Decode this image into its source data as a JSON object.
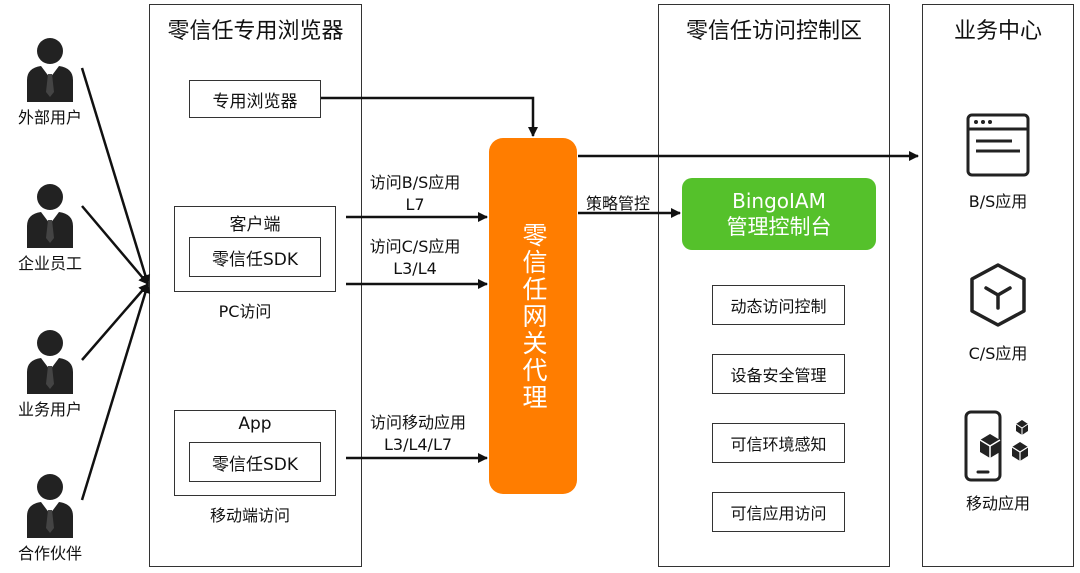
{
  "panels": {
    "browser": "零信任专用浏览器",
    "control": "零信任访问控制区",
    "business": "业务中心"
  },
  "users": [
    "外部用户",
    "企业员工",
    "业务用户",
    "合作伙伴"
  ],
  "browser_panel": {
    "dedicated_browser": "专用浏览器",
    "client_title": "客户端",
    "client_sdk": "零信任SDK",
    "pc_label": "PC访问",
    "app_title": "App",
    "app_sdk": "零信任SDK",
    "mobile_label": "移动端访问"
  },
  "flows": {
    "bs_line1": "访问B/S应用",
    "bs_line2": "L7",
    "cs_line1": "访问C/S应用",
    "cs_line2": "L3/L4",
    "mobile_line1": "访问移动应用",
    "mobile_line2": "L3/L4/L7",
    "policy": "策略管控"
  },
  "gateway": "零信任网关代理",
  "iam": {
    "line1": "BingoIAM",
    "line2": "管理控制台"
  },
  "control_items": [
    "动态访问控制",
    "设备安全管理",
    "可信环境感知",
    "可信应用访问"
  ],
  "apps": {
    "bs": "B/S应用",
    "cs": "C/S应用",
    "mobile": "移动应用"
  },
  "colors": {
    "gateway": "#ff7d00",
    "iam": "#55c12b",
    "line": "#111111"
  },
  "icons": [
    "user-icon",
    "browser-window-icon",
    "cube-icon",
    "mobile-app-icon"
  ]
}
